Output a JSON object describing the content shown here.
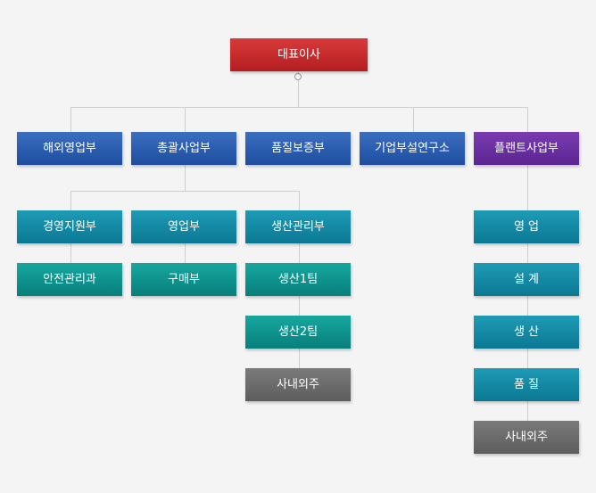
{
  "ceo": "대표이사",
  "divisions": {
    "overseas": "해외영업부",
    "general": "총괄사업부",
    "quality": "품질보증부",
    "research": "기업부설연구소",
    "plant": "플랜트사업부"
  },
  "general_units": {
    "management": "경영지원부",
    "safety": "안전관리과",
    "sales": "영업부",
    "purchase": "구매부",
    "production": "생산관리부",
    "team1": "생산1팀",
    "team2": "생산2팀",
    "outsourcing": "사내외주"
  },
  "plant_units": {
    "sales": "영 업",
    "design": "설 계",
    "production": "생 산",
    "quality": "품 질",
    "outsourcing": "사내외주"
  },
  "colors": {
    "ceo": "#c4262b",
    "division": "#2456a8",
    "plant": "#652b9e",
    "department": "#1088a6",
    "team": "#0f8f8c",
    "outsourcing": "#6b6b6b",
    "connector": "#cfcfcf"
  }
}
